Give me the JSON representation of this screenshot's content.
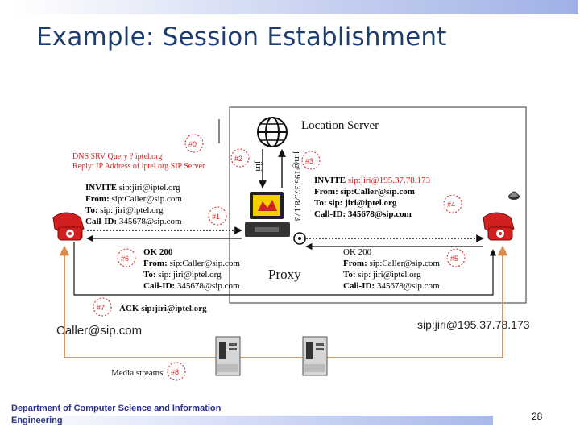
{
  "slide": {
    "title": "Example: Session Establishment",
    "footer_line1": "Department of Computer Science and Information",
    "footer_line2": "Engineering",
    "page_number": "28"
  },
  "diagram": {
    "location_server": "Location Server",
    "proxy": "Proxy",
    "caller": "Caller@sip.com",
    "callee": "sip:jiri@195.37.78.173",
    "step0": "#0",
    "step1": "#1",
    "step2": "#2",
    "step3": "#3",
    "step4": "#4",
    "step5": "#5",
    "step6": "#6",
    "step7": "#7",
    "step8": "#8",
    "dns_query": "DNS SRV Query ? iptel.org",
    "dns_reply": "Reply: IP Address of iptel.org SIP Server",
    "query_vertical": "jiri",
    "reply_vertical": "jiri@195.37.78.173",
    "invite1": {
      "l1_bold": "INVITE",
      "l1_rest": " sip:jiri@iptel.org",
      "l2_bold": "From: ",
      "l2_rest": "sip:Caller@sip.com",
      "l3_bold": "To: ",
      "l3_rest": "sip: jiri@iptel.org",
      "l4_bold": "Call-ID: ",
      "l4_rest": "345678@sip.com"
    },
    "invite2": {
      "l1_bold": "INVITE",
      "l1_rest": " sip:jiri@195.37.78.173",
      "l2": "From: sip:Caller@sip.com",
      "l3": "To: sip: jiri@iptel.org",
      "l4": "Call-ID: 345678@sip.com"
    },
    "ok_left": {
      "l1": "OK 200",
      "l2_bold": "From: ",
      "l2_rest": "sip:Caller@sip.com",
      "l3_bold": "To: ",
      "l3_rest": "sip: jiri@iptel.org",
      "l4_bold": "Call-ID: ",
      "l4_rest": "345678@sip.com"
    },
    "ok_right": {
      "l1": "OK 200",
      "l2_bold": "From: ",
      "l2_rest": "sip:Caller@sip.com",
      "l3_bold": "To: ",
      "l3_rest": "sip: jiri@iptel.org",
      "l4_bold": "Call-ID: ",
      "l4_rest": "345678@sip.com"
    },
    "ack": "ACK sip:jiri@iptel.org",
    "media": "Media streams"
  },
  "colors": {
    "title": "#1f3c6e",
    "step_red": "#d21f1f",
    "media_orange": "#d98a4a",
    "footer_text": "#2b2f8a"
  }
}
